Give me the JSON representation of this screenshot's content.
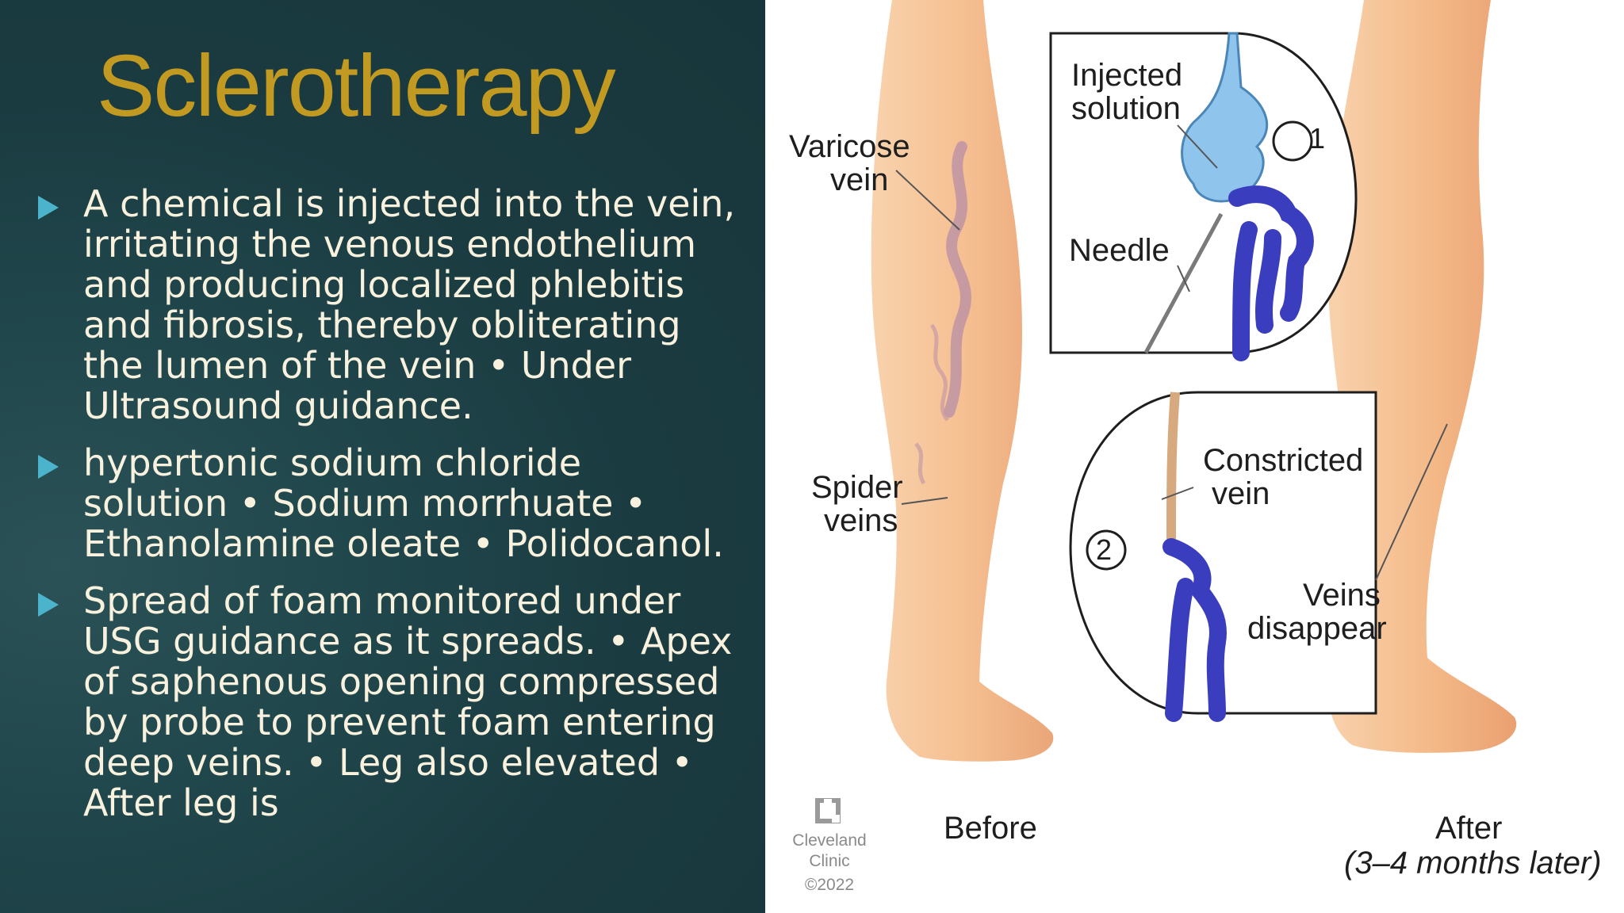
{
  "slide": {
    "title": "Sclerotherapy",
    "bullets": [
      "A chemical is injected into the vein, irritating the venous endothelium and producing localized phlebitis and fibrosis, thereby obliterating the lumen of the vein • Under Ultrasound guidance.",
      " hypertonic sodium chloride solution • Sodium morrhuate • Ethanolamine oleate • Polidocanol.",
      "Spread of foam monitored under USG guidance as it spreads. • Apex of saphenous opening compressed by probe to prevent foam entering deep veins. • Leg also elevated • After leg is"
    ]
  },
  "illustration": {
    "labels": {
      "varicose_vein_1": "Varicose",
      "varicose_vein_2": "vein",
      "injected_1": "Injected",
      "injected_2": "solution",
      "needle": "Needle",
      "spider_1": "Spider",
      "spider_2": "veins",
      "constricted_1": "Constricted",
      "constricted_2": "vein",
      "veins_disappear_1": "Veins",
      "veins_disappear_2": "disappear",
      "before": "Before",
      "after": "After",
      "after_sub": "(3–4 months later)",
      "step1": "1",
      "step2": "2"
    },
    "logo": {
      "line1": "Cleveland",
      "line2": "Clinic",
      "line3": "©2022"
    }
  },
  "colors": {
    "title": "#c29a21",
    "text": "#f7f1de",
    "bullet_arrow": "#4bb4cc",
    "panel_bg": "#1c3d42",
    "skin": "#f5c197",
    "vein": "#3b3dbf",
    "solution": "#8fc4ec"
  }
}
